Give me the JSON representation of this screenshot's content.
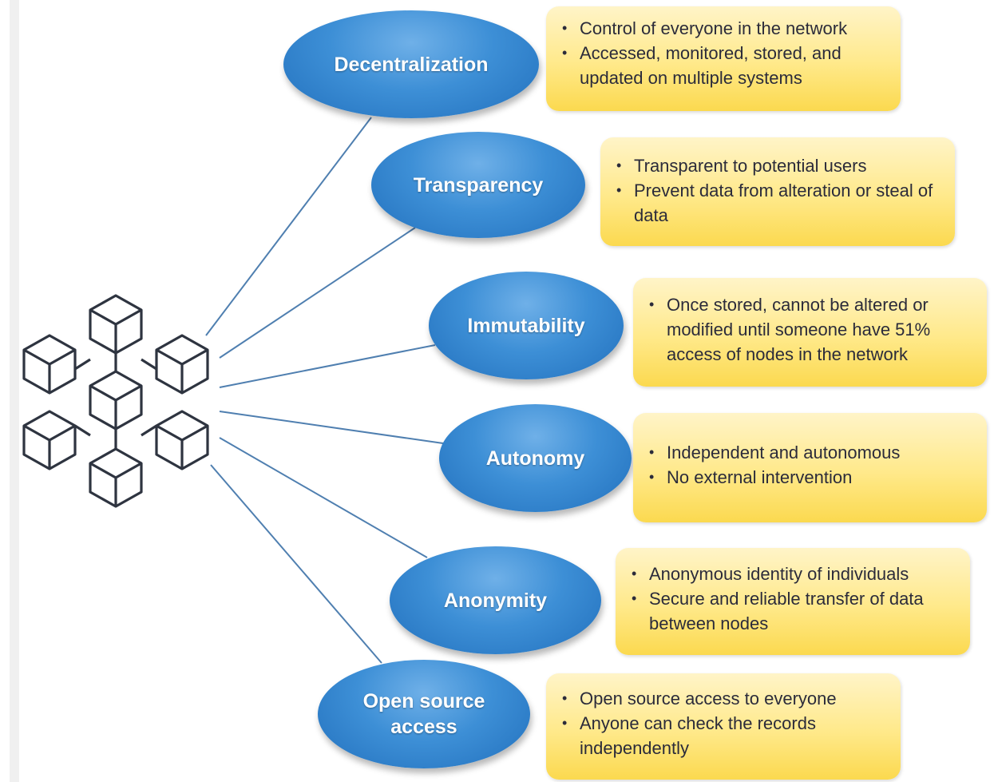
{
  "hub": {
    "icon": "blockchain-cubes-icon"
  },
  "colors": {
    "node": "#2f84d0",
    "box": "#ffe98a",
    "line": "#4f7fb0",
    "hub_stroke": "#2e3440"
  },
  "features": [
    {
      "id": "decentralization",
      "title": "Decentralization",
      "points": [
        "Control of everyone in the network",
        "Accessed, monitored, stored, and updated on multiple systems"
      ]
    },
    {
      "id": "transparency",
      "title": "Transparency",
      "points": [
        "Transparent to potential users",
        "Prevent data from alteration or steal of data"
      ]
    },
    {
      "id": "immutability",
      "title": "Immutability",
      "points": [
        "Once stored, cannot be altered or modified until someone have 51% access of nodes in the network"
      ]
    },
    {
      "id": "autonomy",
      "title": "Autonomy",
      "points": [
        "Independent and autonomous",
        "No external intervention"
      ]
    },
    {
      "id": "anonymity",
      "title": "Anonymity",
      "points": [
        "Anonymous identity of individuals",
        "Secure and reliable transfer of data between nodes"
      ]
    },
    {
      "id": "open-source-access",
      "title": "Open source access",
      "points": [
        "Open source access to everyone",
        "Anyone can check the records independently"
      ]
    }
  ]
}
